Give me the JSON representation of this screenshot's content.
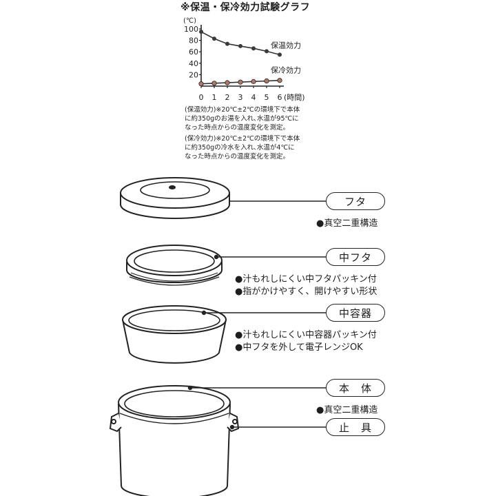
{
  "graph": {
    "title": "※保温・保冷効力試験グラフ",
    "note_warm": [
      "(保温効力)※20℃±2℃の環境下で本体",
      "に約350gのお湯を入れ､水温が95℃に",
      "なった時点からの温度変化を測定。"
    ],
    "note_cool": [
      "(保冷効力)※20℃±2℃の環境下で本体",
      "に約350gの冷水を入れ､水温が4℃に",
      "なった時点からの温度変化を測定。"
    ]
  },
  "chart_data": {
    "type": "line",
    "title": "※保温・保冷効力試験グラフ",
    "ylabel": "(℃)",
    "xlabel": "(時間)",
    "ylim": [
      0,
      100
    ],
    "xlim": [
      0,
      6
    ],
    "y_ticks": [
      "100",
      "80",
      "60",
      "40",
      "20"
    ],
    "x_ticks": [
      "0",
      "1",
      "2",
      "3",
      "4",
      "5",
      "6"
    ],
    "x": [
      0,
      1,
      2,
      3,
      4,
      5,
      6
    ],
    "series": [
      {
        "name": "保温効力",
        "values": [
          95,
          83,
          74,
          70,
          66,
          61,
          55
        ],
        "color": "#3a3a3a"
      },
      {
        "name": "保冷効力",
        "values": [
          4,
          5,
          6,
          7,
          8,
          9,
          10
        ],
        "color": "#b07868"
      }
    ],
    "grid": false,
    "legend": "labels beside line ends"
  },
  "parts": [
    {
      "label": "フタ",
      "features": [
        "●真空二重構造"
      ]
    },
    {
      "label": "中フタ",
      "features": [
        "●汁もれしにくい中フタパッキン付",
        "●指がかけやすく、開けやすい形状"
      ]
    },
    {
      "label": "中容器",
      "features": [
        "●汁もれしにくい中容器パッキン付",
        "●中フタを外して電子レンジOK"
      ]
    },
    {
      "label": "本　体",
      "features": [
        "●真空二重構造"
      ]
    },
    {
      "label": "止　具",
      "features": []
    }
  ],
  "colors": {
    "line": "#222222",
    "warm_series": "#3a3a3a",
    "cool_series": "#b07868",
    "background": "#ffffff"
  }
}
